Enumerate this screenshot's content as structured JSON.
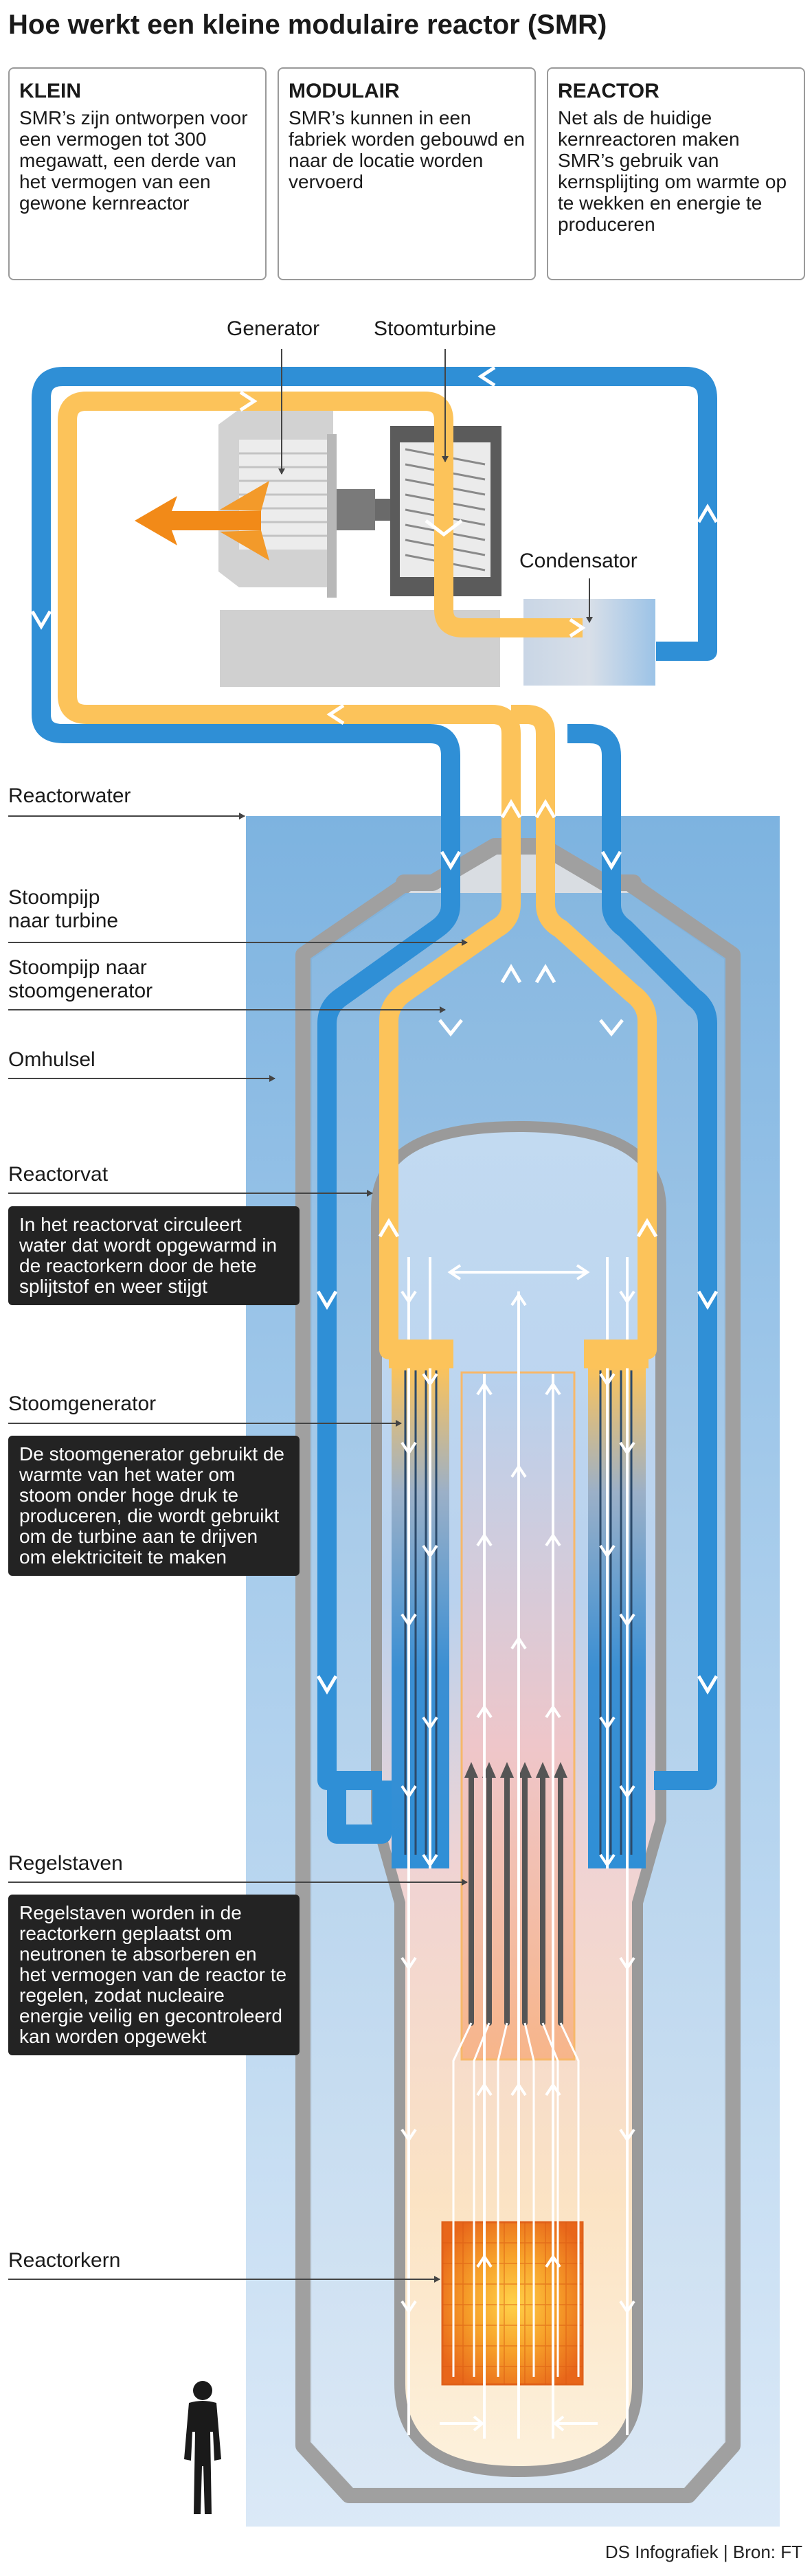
{
  "title": "Hoe werkt een kleine modulaire reactor (SMR)",
  "info_boxes": [
    {
      "heading": "KLEIN",
      "body": "SMR’s zijn ontworpen voor een vermogen tot 300 megawatt, een derde van het vermogen van een gewone kernreactor"
    },
    {
      "heading": "MODULAIR",
      "body": "SMR’s kunnen in een fabriek worden gebouwd en naar de locatie worden vervoerd"
    },
    {
      "heading": "REACTOR",
      "body": "Net als de huidige kernreactoren maken SMR’s gebruik van kernsplijting om warmte op te wekken en energie te produceren"
    }
  ],
  "top_labels": {
    "generator": "Generator",
    "steam_turbine": "Stoomturbine",
    "condenser": "Condensator"
  },
  "side_labels": {
    "reactor_water": "Reactorwater",
    "steam_pipe_turbine": "Stoompijp\nnaar turbine",
    "steam_pipe_generator": "Stoompijp naar\nstoomgenerator",
    "containment": "Omhulsel",
    "reactor_vessel": "Reactorvat",
    "steam_generator": "Stoomgenerator",
    "control_rods": "Regelstaven",
    "reactor_core": "Reactorkern"
  },
  "explanations": {
    "reactor_vessel": "In het reactorvat circuleert water dat wordt opgewarmd in de reactorkern door de hete splijtstof en weer stijgt",
    "steam_generator": "De stoomgenerator gebruikt de warmte van het water om stoom onder hoge druk te produceren, die wordt gebruikt om de turbine aan te drijven om elektriciteit te maken",
    "control_rods": "Regelstaven worden in de reactorkern geplaatst om neutronen te absorberen en het vermogen van de reactor te regelen, zodat nucleaire energie veilig en gecontroleerd kan worden opgewekt"
  },
  "credit": "DS Infografiek | Bron: FT",
  "colors": {
    "steam": "#fcc35a",
    "cold_water": "#2f8fd6",
    "reactor_water": "#8cbde4",
    "shell": "#a0a0a0",
    "core": "#f08a1e",
    "heat_arrow": "#f28a18",
    "dark_box": "#232323"
  },
  "icons": [
    "person-silhouette-icon",
    "heat-arrow-icon",
    "flow-arrow-icon"
  ]
}
